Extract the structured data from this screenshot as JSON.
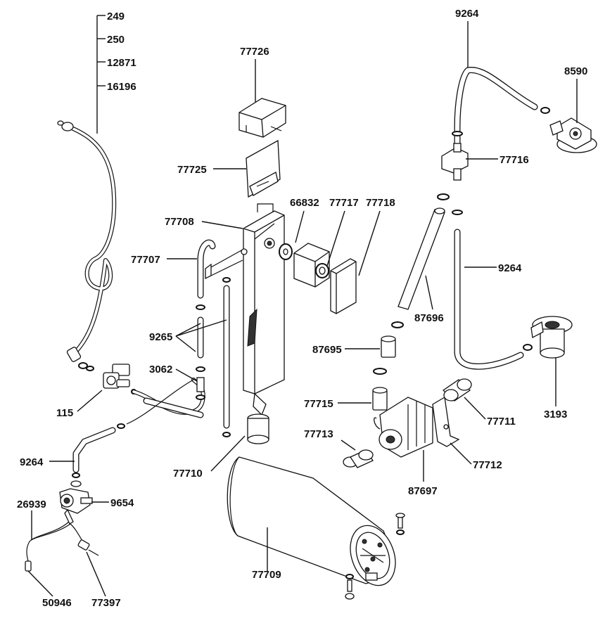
{
  "callouts": [
    {
      "id": "c249",
      "label": "249"
    },
    {
      "id": "c250",
      "label": "250"
    },
    {
      "id": "c12871",
      "label": "12871"
    },
    {
      "id": "c16196",
      "label": "16196"
    },
    {
      "id": "c77726",
      "label": "77726"
    },
    {
      "id": "c9264a",
      "label": "9264"
    },
    {
      "id": "c8590",
      "label": "8590"
    },
    {
      "id": "c77725",
      "label": "77725"
    },
    {
      "id": "c77716",
      "label": "77716"
    },
    {
      "id": "c66832",
      "label": "66832"
    },
    {
      "id": "c77717",
      "label": "77717"
    },
    {
      "id": "c77718",
      "label": "77718"
    },
    {
      "id": "c77708",
      "label": "77708"
    },
    {
      "id": "c77707",
      "label": "77707"
    },
    {
      "id": "c9264b",
      "label": "9264"
    },
    {
      "id": "c87696",
      "label": "87696"
    },
    {
      "id": "c9265",
      "label": "9265"
    },
    {
      "id": "c87695",
      "label": "87695"
    },
    {
      "id": "c3062",
      "label": "3062"
    },
    {
      "id": "c115",
      "label": "115"
    },
    {
      "id": "c77715",
      "label": "77715"
    },
    {
      "id": "c77711",
      "label": "77711"
    },
    {
      "id": "c3193",
      "label": "3193"
    },
    {
      "id": "c77713",
      "label": "77713"
    },
    {
      "id": "c77712",
      "label": "77712"
    },
    {
      "id": "c9264c",
      "label": "9264"
    },
    {
      "id": "c77710",
      "label": "77710"
    },
    {
      "id": "c87697",
      "label": "87697"
    },
    {
      "id": "c26939",
      "label": "26939"
    },
    {
      "id": "c9654",
      "label": "9654"
    },
    {
      "id": "c77709",
      "label": "77709"
    },
    {
      "id": "c50946",
      "label": "50946"
    },
    {
      "id": "c77397",
      "label": "77397"
    }
  ]
}
